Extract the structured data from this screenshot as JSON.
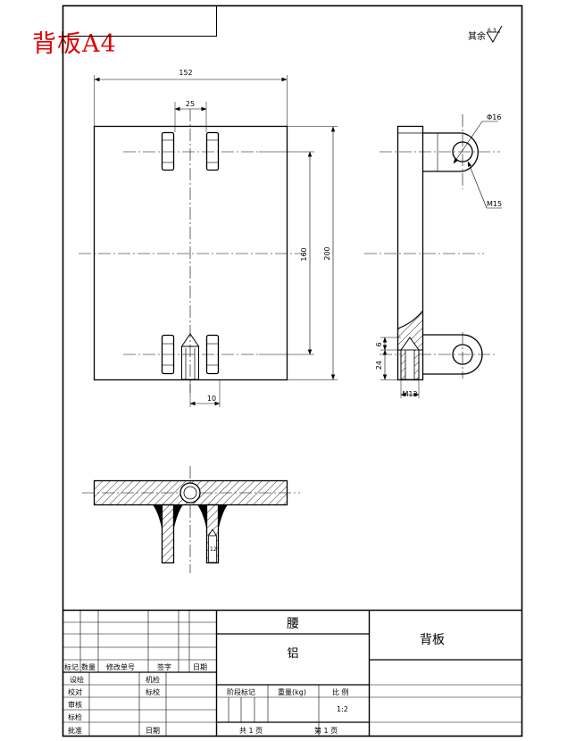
{
  "sheet_label": "背板A4",
  "surface_finish": {
    "prefix": "其余",
    "value": "6.3"
  },
  "dimensions": {
    "overall_width": "152",
    "slot_pitch": "25",
    "hole_spacing": "160",
    "overall_height": "200",
    "bottom_offset": "10",
    "hole_dia": "Φ16",
    "thread": "M15",
    "depth_small": "6",
    "depth_large": "24",
    "thread_small": "M12"
  },
  "section_marks": [
    "1",
    "2"
  ],
  "title_block": {
    "part_name": "腰",
    "material": "铝",
    "drawing_name": "背板",
    "headers": [
      "标记",
      "数量",
      "修改单号",
      "签字",
      "日期"
    ],
    "roles": [
      "设绘",
      "校对",
      "审核",
      "标检",
      "批准"
    ],
    "roles_right": [
      "机检",
      "标校"
    ],
    "date_label": "日期",
    "stage_label": "阶段标记",
    "weight_label": "重量(kg)",
    "scale_label": "比 例",
    "scale_value": "1:2",
    "total_sheets": "共 1 页",
    "sheet_no": "第 1 页"
  }
}
